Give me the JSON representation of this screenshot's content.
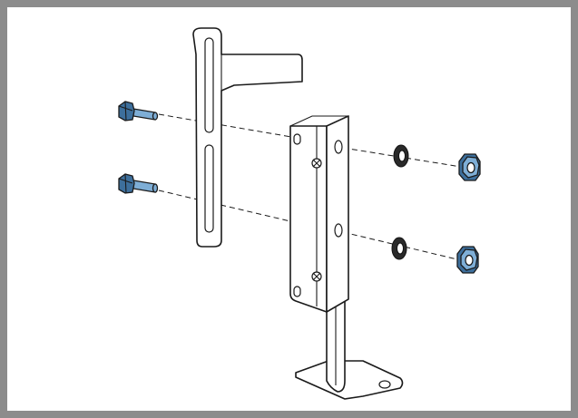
{
  "diagram": {
    "type": "assembly-illustration",
    "parts": [
      "l-bracket",
      "mounting-bracket",
      "bolt",
      "washer",
      "nut"
    ],
    "colors": {
      "frame": "#8c8c8c",
      "line": "#1a1a1a",
      "hardware_light": "#7eaed6",
      "hardware_dark": "#3d6f9c",
      "washer": "#2a2a2a"
    }
  }
}
